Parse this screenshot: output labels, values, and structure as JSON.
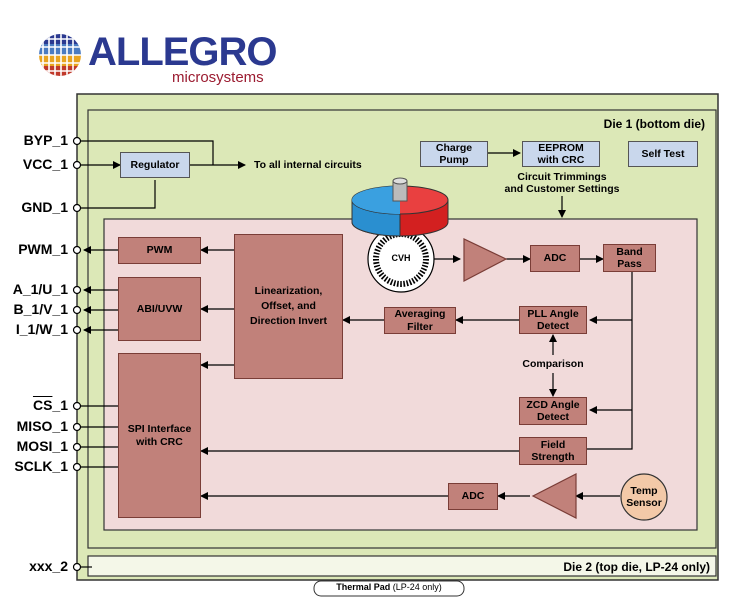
{
  "logo": {
    "word": "ALLEGRO",
    "sub": "microsystems"
  },
  "dies": {
    "die1": "Die 1 (bottom die)",
    "die2": "Die 2 (top die, LP-24 only)"
  },
  "thermal": {
    "bold": "Thermal Pad",
    "rest": " (LP-24 only)"
  },
  "pins": {
    "byp": "BYP_1",
    "vcc": "VCC_1",
    "gnd": "GND_1",
    "pwm": "PWM_1",
    "a": "A_1/U_1",
    "b": "B_1/V_1",
    "i": "I_1/W_1",
    "cs": "CS",
    "cs_suffix": "_1",
    "miso": "MISO_1",
    "mosi": "MOSI_1",
    "sclk": "SCLK_1",
    "xxx": "xxx_2"
  },
  "blocks": {
    "regulator": "Regulator",
    "to_all": "To all internal circuits",
    "charge_pump": [
      "Charge",
      "Pump"
    ],
    "eeprom": [
      "EEPROM",
      "with CRC"
    ],
    "self_test": "Self Test",
    "trim": [
      "Circuit Trimmings",
      "and Customer Settings"
    ],
    "cvh": "CVH",
    "pwm": "PWM",
    "abi": "ABI/UVW",
    "spi": [
      "SPI Interface",
      "with CRC"
    ],
    "lin": [
      "Linearization,",
      "Offset, and",
      "Direction Invert"
    ],
    "adc1": "ADC",
    "band_pass": [
      "Band",
      "Pass"
    ],
    "avg": [
      "Averaging",
      "Filter"
    ],
    "pll": [
      "PLL Angle",
      "Detect"
    ],
    "comparison": "Comparison",
    "zcd": [
      "ZCD Angle",
      "Detect"
    ],
    "field": [
      "Field",
      "Strength"
    ],
    "adc2": "ADC",
    "temp": [
      "Temp",
      "Sensor"
    ]
  },
  "colors": {
    "logo_blue": "#2b3990",
    "logo_red": "#9b1b30",
    "die_outer": "#dce8b7",
    "die_inner": "#f1dada",
    "block_blue": "#c9d7ec",
    "block_red": "#c1817a"
  }
}
